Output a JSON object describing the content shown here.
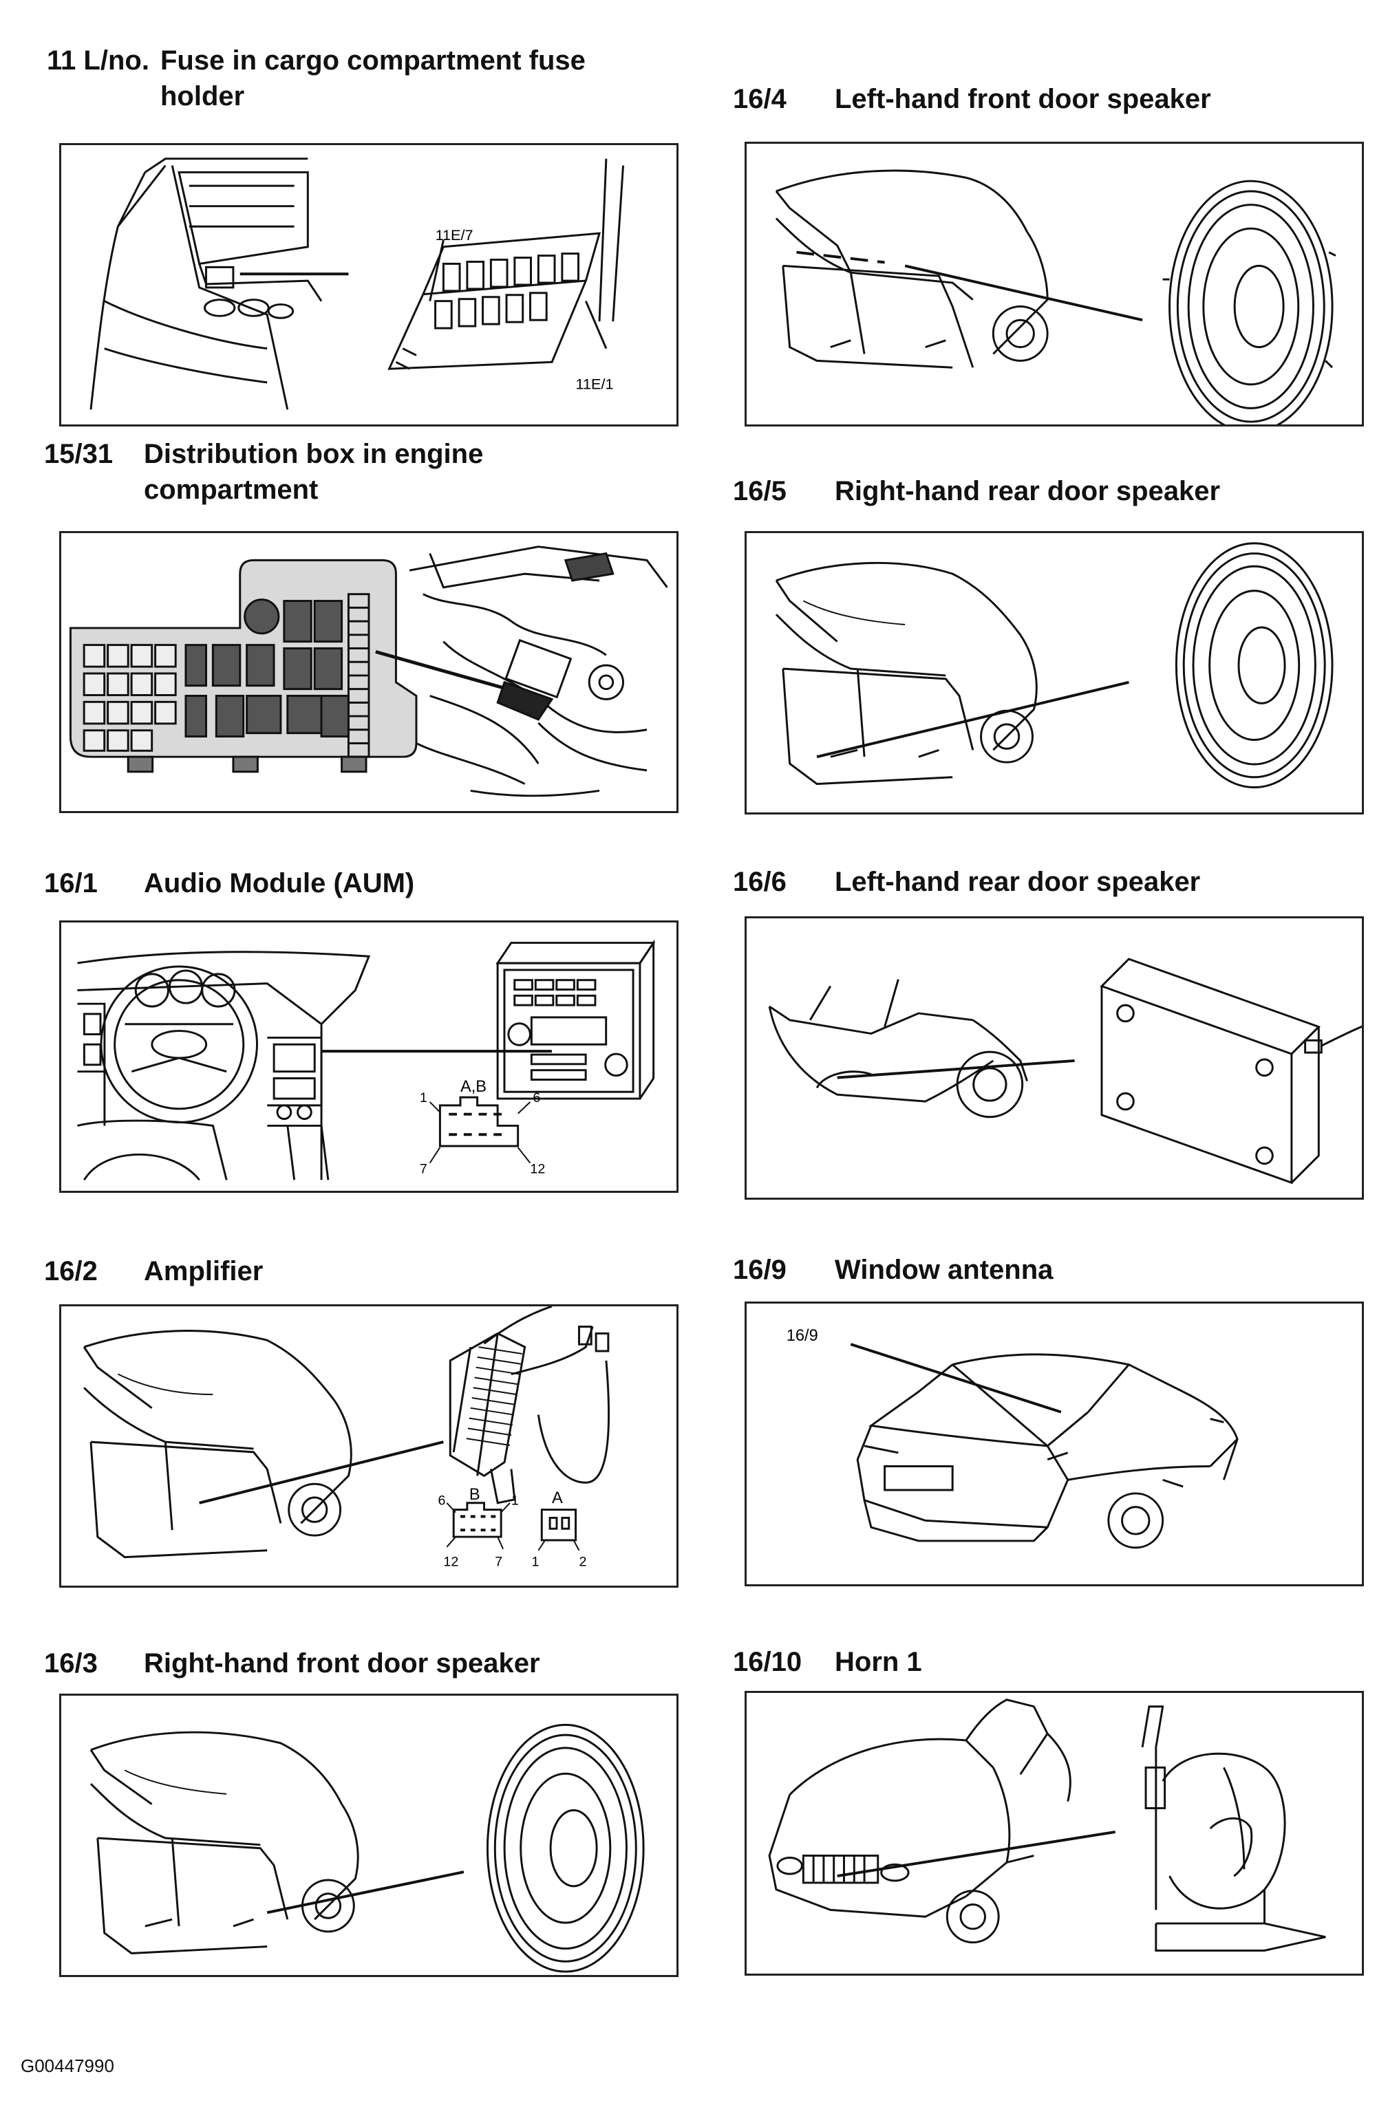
{
  "sections": [
    {
      "code": "11 L/no.",
      "name": "Fuse in cargo compartment fuse",
      "name2": "holder"
    },
    {
      "code": "16/4",
      "name": "Left-hand front door speaker"
    },
    {
      "code": "15/31",
      "name": "Distribution box in engine",
      "name2": "compartment"
    },
    {
      "code": "16/5",
      "name": "Right-hand rear door speaker"
    },
    {
      "code": "16/1",
      "name": "Audio Module (AUM)"
    },
    {
      "code": "16/6",
      "name": "Left-hand rear door speaker"
    },
    {
      "code": "16/2",
      "name": "Amplifier"
    },
    {
      "code": "16/9",
      "name": "Window antenna"
    },
    {
      "code": "16/3",
      "name": "Right-hand front door speaker"
    },
    {
      "code": "16/10",
      "name": "Horn 1"
    }
  ],
  "callouts": {
    "fuse_top": "11E/7",
    "fuse_bottom": "11E/1",
    "aum_connector": "A,B",
    "aum_pin1": "1",
    "aum_pin6": "6",
    "aum_pin7": "7",
    "aum_pin12": "12",
    "amp_connB": "B",
    "amp_connA": "A",
    "amp_pin6": "6",
    "amp_pin1": "1",
    "amp_pin12": "12",
    "amp_pin7": "7",
    "amp_pinA1": "1",
    "amp_pinA2": "2",
    "antenna_label": "16/9"
  },
  "footer": "G00447990"
}
